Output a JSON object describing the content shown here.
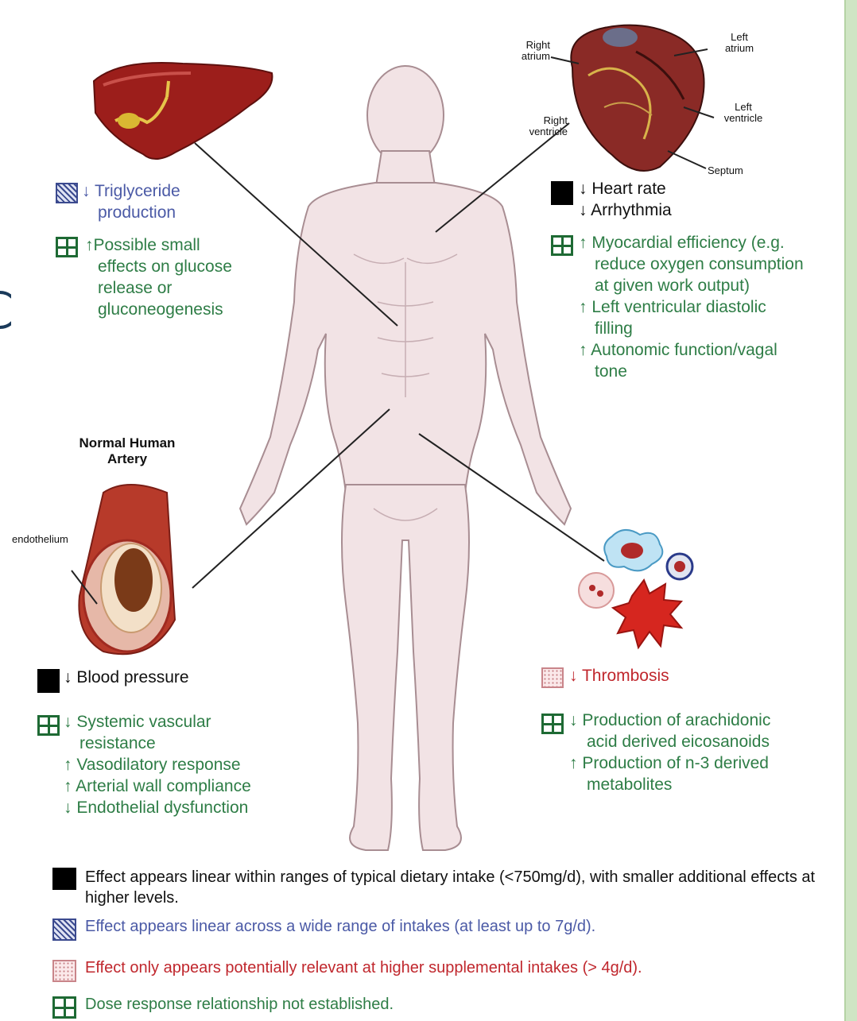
{
  "heart": {
    "right_atrium": "Right\natrium",
    "left_atrium": "Left\natrium",
    "right_ventricle": "Right\nventricle",
    "left_ventricle": "Left\nventricle",
    "septum": "Septum",
    "effects_black": [
      "↓ Heart rate",
      "↓ Arrhythmia"
    ],
    "effects_green": [
      "↑ Myocardial efficiency (e.g.",
      "reduce oxygen consumption",
      "at given work output)",
      "↑ Left ventricular diastolic",
      "filling",
      "↑ Autonomic function/vagal",
      "tone"
    ]
  },
  "liver": {
    "effects_blue": [
      "↓ Triglyceride",
      "production"
    ],
    "effects_green": [
      "↑Possible small",
      "effects on glucose",
      "release or",
      "gluconeogenesis"
    ]
  },
  "artery": {
    "title": "Normal Human\nArtery",
    "endothelium_label": "endothelium",
    "effects_black": "↓ Blood pressure",
    "effects_green": [
      "↓ Systemic vascular",
      "resistance",
      "↑ Vasodilatory response",
      "↑ Arterial wall compliance",
      "↓ Endothelial dysfunction"
    ]
  },
  "thrombosis": {
    "effects_red": "↓ Thrombosis",
    "effects_green": [
      "↓ Production of arachidonic",
      "acid derived eicosanoids",
      "↑ Production of n-3 derived",
      "metabolites"
    ]
  },
  "legend": {
    "black": "Effect appears linear within ranges of typical dietary intake (<750mg/d), with smaller additional effects at higher levels.",
    "blue": "Effect appears linear across a wide range of intakes (at least up to 7g/d).",
    "red": "Effect only appears potentially relevant at higher supplemental intakes (> 4g/d).",
    "green": "Dose response relationship not established."
  },
  "colors": {
    "blue_text": "#4b5aa6",
    "green_text": "#2e7d46",
    "red_text": "#c0272d",
    "skin": "#f2e3e5",
    "organ_red": "#a31f1c"
  },
  "icons": [
    "black-square-icon",
    "blue-hatched-icon",
    "red-dotted-icon",
    "green-grid-icon"
  ]
}
